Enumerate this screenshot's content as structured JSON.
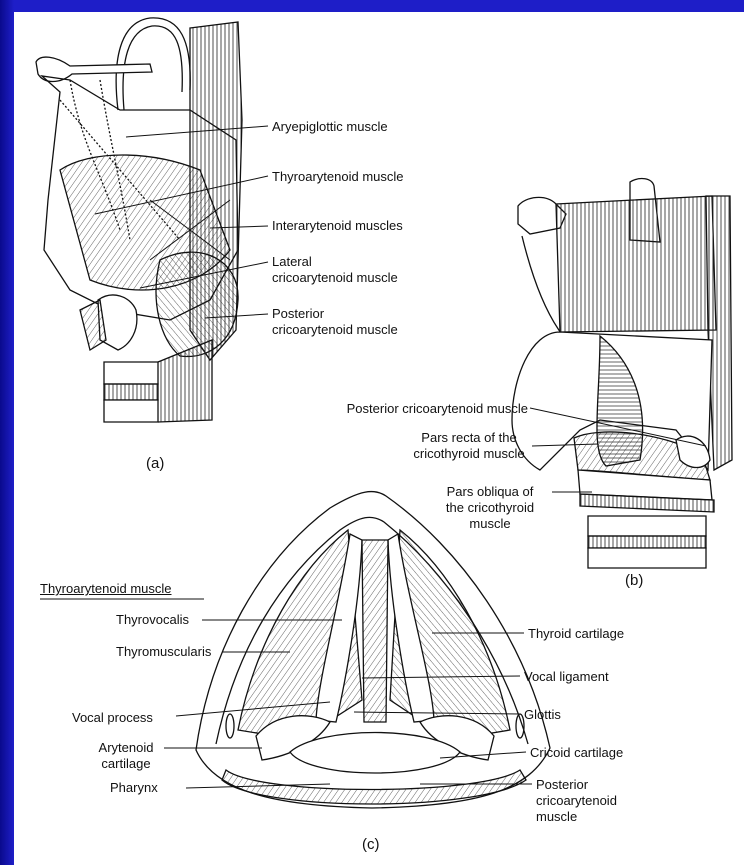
{
  "panels": {
    "a": {
      "caption": "(a)",
      "labels": {
        "aryepiglottic": "Aryepiglottic muscle",
        "thyroarytenoid": "Thyroarytenoid muscle",
        "interarytenoid": "Interarytenoid muscles",
        "lateral_line1": "Lateral",
        "lateral_line2": "cricoarytenoid muscle",
        "posterior_line1": "Posterior",
        "posterior_line2": "cricoarytenoid muscle"
      }
    },
    "b": {
      "caption": "(b)",
      "labels": {
        "posterior": "Posterior cricoarytenoid muscle",
        "pars_recta_line1": "Pars recta of the",
        "pars_recta_line2": "cricothyroid muscle",
        "pars_obliqua_line1": "Pars obliqua of",
        "pars_obliqua_line2": "the cricothyroid",
        "pars_obliqua_line3": "muscle"
      }
    },
    "c": {
      "caption": "(c)",
      "section_title": "Thyroarytenoid muscle",
      "labels": {
        "thyrovocalis": "Thyrovocalis",
        "thyromuscularis": "Thyromuscularis",
        "vocal_process": "Vocal process",
        "arytenoid_line1": "Arytenoid",
        "arytenoid_line2": "cartilage",
        "pharynx": "Pharynx",
        "thyroid_cartilage": "Thyroid cartilage",
        "vocal_ligament": "Vocal ligament",
        "glottis": "Glottis",
        "cricoid_cartilage": "Cricoid cartilage",
        "posterior_line1": "Posterior",
        "posterior_line2": "cricoarytenoid",
        "posterior_line3": "muscle"
      }
    }
  },
  "colors": {
    "slide_background": "#1e1ec8",
    "ink": "#111111",
    "paper": "#ffffff"
  }
}
